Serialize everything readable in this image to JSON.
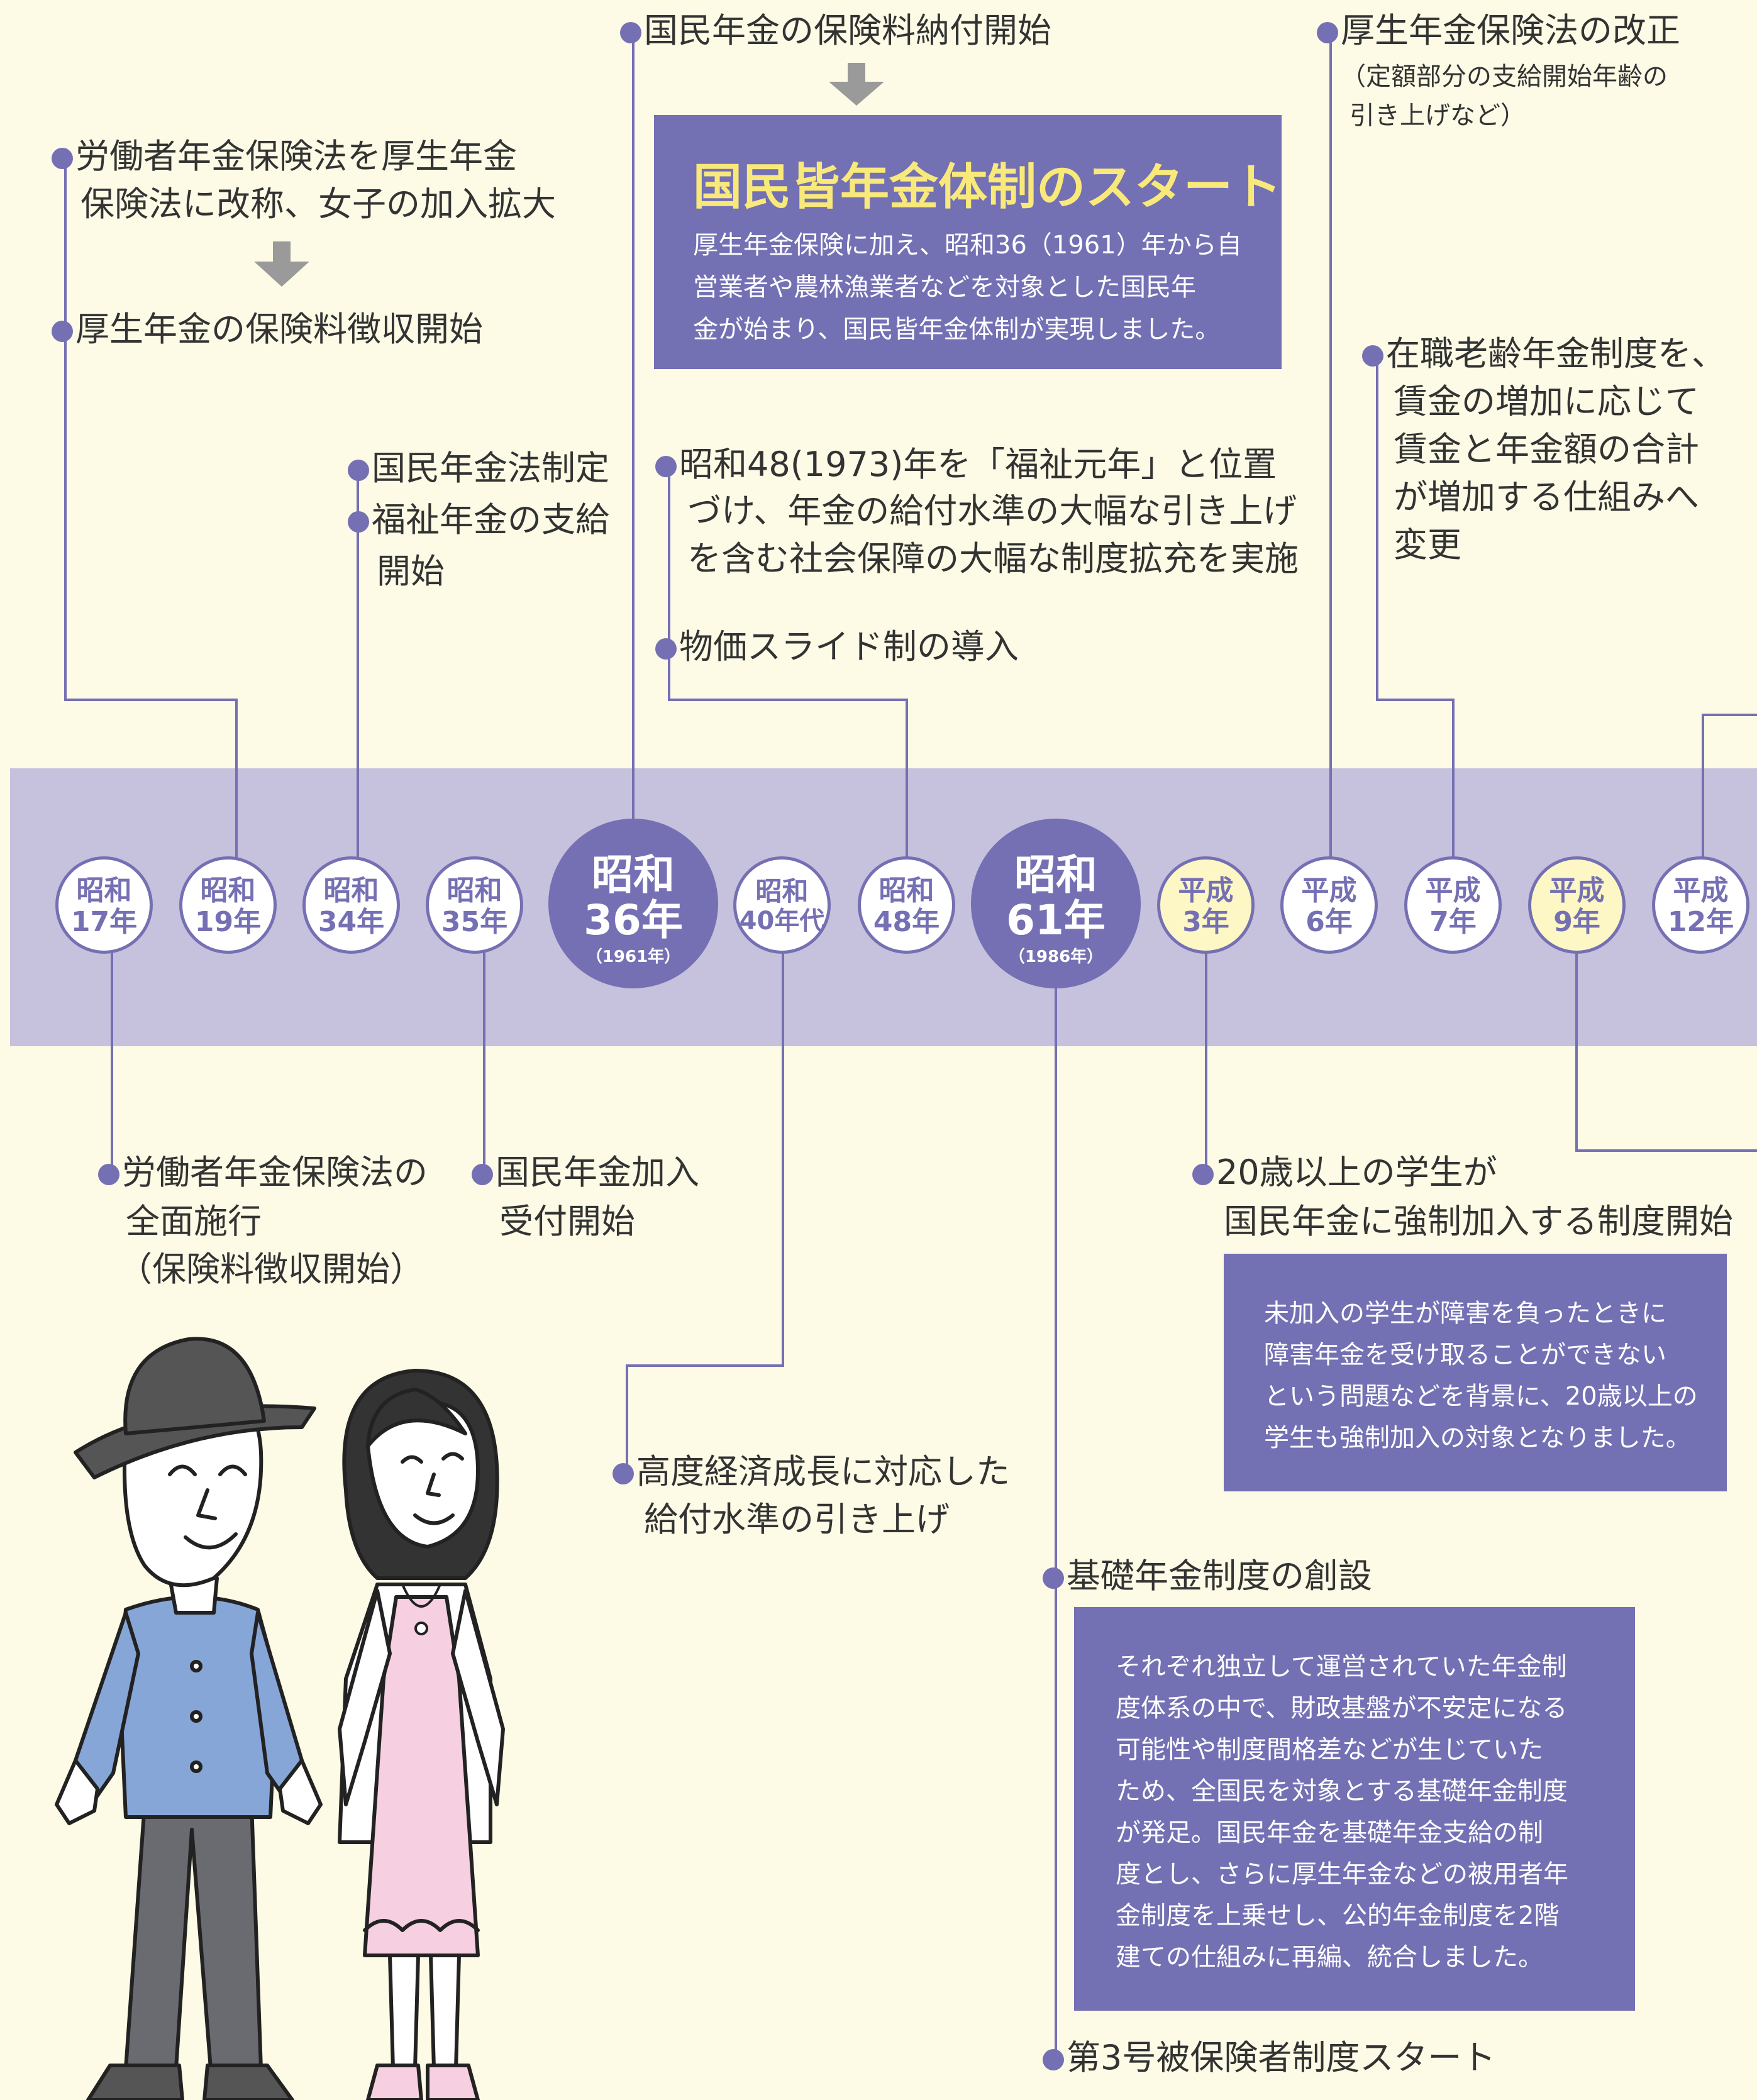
{
  "colors": {
    "background": "#fdfbe6",
    "band": "#c6c1dc",
    "accent": "#7570b3",
    "box": "#7370b4",
    "title_yellow": "#f8e97a",
    "highlight_circle": "#fcf7c4"
  },
  "timeline": [
    {
      "era": "昭和",
      "year": "17年"
    },
    {
      "era": "昭和",
      "year": "19年"
    },
    {
      "era": "昭和",
      "year": "34年"
    },
    {
      "era": "昭和",
      "year": "35年"
    },
    {
      "era": "昭和",
      "year": "36年",
      "western": "（1961年）"
    },
    {
      "era": "昭和",
      "year": "40年代"
    },
    {
      "era": "昭和",
      "year": "48年"
    },
    {
      "era": "昭和",
      "year": "61年",
      "western": "（1986年）"
    },
    {
      "era": "平成",
      "year": "3年"
    },
    {
      "era": "平成",
      "year": "6年"
    },
    {
      "era": "平成",
      "year": "7年"
    },
    {
      "era": "平成",
      "year": "9年"
    },
    {
      "era": "平成",
      "year": "12年"
    }
  ],
  "events": {
    "s19_a": [
      "労働者年金保険法を厚生年金",
      "保険法に改称、女子の加入拡大"
    ],
    "s19_b": "厚生年金の保険料徴収開始",
    "s34_a": "国民年金法制定",
    "s34_b": [
      "福祉年金の支給",
      "開始"
    ],
    "s36_a": "国民年金の保険料納付開始",
    "s48_a": [
      "昭和48(1973)年を「福祉元年」と位置",
      "づけ、年金の給付水準の大幅な引き上げ",
      "を含む社会保障の大幅な制度拡充を実施"
    ],
    "s48_b": "物価スライド制の導入",
    "h6_a": "厚生年金保険法の改正",
    "h6_sub": [
      "（定額部分の支給開始年齢の",
      "引き上げなど）"
    ],
    "h7_a": [
      "在職老齢年金制度を、",
      "賃金の増加に応じて",
      "賃金と年金額の合計",
      "が増加する仕組みへ",
      "変更"
    ],
    "s17_a": [
      "労働者年金保険法の",
      "全面施行",
      "（保険料徴収開始）"
    ],
    "s35_a": [
      "国民年金加入",
      "受付開始"
    ],
    "s40_a": [
      "高度経済成長に対応した",
      "給付水準の引き上げ"
    ],
    "h3_a": [
      "20歳以上の学生が",
      "国民年金に強制加入する制度開始"
    ],
    "s61_a": "基礎年金制度の創設",
    "s61_b": "第3号被保険者制度スタート"
  },
  "box_1961": {
    "title": "国民皆年金体制のスタート",
    "lines": [
      "厚生年金保険に加え、昭和36（1961）年から自",
      "営業者や農林漁業者などを対象とした国民年",
      "金が始まり、国民皆年金体制が実現しました。"
    ]
  },
  "box_h3": {
    "lines": [
      "未加入の学生が障害を負ったときに",
      "障害年金を受け取ることができない",
      "という問題などを背景に、20歳以上の",
      "学生も強制加入の対象となりました。"
    ]
  },
  "box_s61": {
    "lines": [
      "それぞれ独立して運営されていた年金制",
      "度体系の中で、財政基盤が不安定になる",
      "可能性や制度間格差などが生じていた",
      "ため、全国民を対象とする基礎年金制度",
      "が発足。国民年金を基礎年金支給の制",
      "度とし、さらに厚生年金などの被用者年",
      "金制度を上乗せし、公的年金制度を2階",
      "建ての仕組みに再編、統合しました。"
    ]
  }
}
